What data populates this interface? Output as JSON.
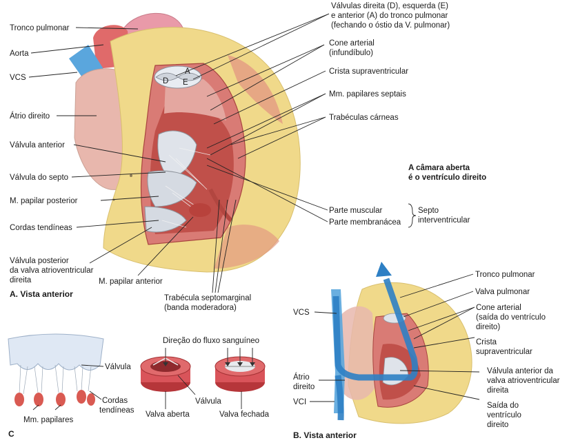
{
  "panel_a": {
    "title": "A. Vista anterior",
    "labels": {
      "tronco_pulmonar": "Tronco pulmonar",
      "aorta": "Aorta",
      "vcs": "VCS",
      "atrio_direito": "Átrio direito",
      "valvula_anterior": "Válvula anterior",
      "valvula_septo": "Válvula do septo",
      "papilar_posterior": "M. papilar posterior",
      "cordas_tendineas": "Cordas tendíneas",
      "valvula_posterior_1": "Válvula posterior",
      "valvula_posterior_2": "da valva atrioventricular",
      "valvula_posterior_3": "direita",
      "papilar_anterior": "M. papilar anterior",
      "trabecula_1": "Trabécula septomarginal",
      "trabecula_2": "(banda moderadora)",
      "valvulas_pulm_1": "Válvulas direita (D), esquerda (E)",
      "valvulas_pulm_2": "e anterior (A) do tronco pulmonar",
      "valvulas_pulm_3": "(fechando o óstio da V. pulmonar)",
      "cone_1": "Cone arterial",
      "cone_2": "(infundíbulo)",
      "crista": "Crista supraventricular",
      "papilares_septais": "Mm. papilares septais",
      "trabeculas_carneas": "Trabéculas cárneas",
      "camara_1": "A câmara aberta",
      "camara_2": "é o ventrículo direito",
      "parte_muscular": "Parte muscular",
      "parte_membranacea": "Parte membranácea",
      "septo_1": "Septo",
      "septo_2": "interventricular",
      "cusp_d": "D",
      "cusp_a": "A",
      "cusp_e": "E"
    }
  },
  "panel_b": {
    "title": "B.  Vista anterior",
    "labels": {
      "tronco_pulmonar": "Tronco pulmonar",
      "valva_pulmonar": "Valva pulmonar",
      "cone_1": "Cone arterial",
      "cone_2": "(saída do ventrículo",
      "cone_3": "direito)",
      "crista_1": "Crista",
      "crista_2": "supraventricular",
      "valvula_ant_1": "Válvula anterior da",
      "valvula_ant_2": "valva atrioventricular",
      "valvula_ant_3": "direita",
      "saida_1": "Saída do",
      "saida_2": "ventrículo",
      "saida_3": "direito",
      "vcs": "VCS",
      "atrio_1": "Átrio",
      "atrio_2": "direito",
      "vci": "VCI"
    }
  },
  "panel_c": {
    "title": "C",
    "labels": {
      "valvula": "Válvula",
      "cordas_1": "Cordas",
      "cordas_2": "tendíneas",
      "papilares": "Mm. papilares",
      "direcao": "Direção do fluxo sanguíneo",
      "valvula_center": "Válvula",
      "valva_aberta": "Valva aberta",
      "valva_fechada": "Valva fechada"
    }
  },
  "colors": {
    "heart_fat": "#f0d98a",
    "myocardium": "#d9807a",
    "chamber": "#c9564f",
    "valve": "#d8dde6",
    "vein_blue": "#4a9bd6",
    "aorta_red": "#e05a5a",
    "flow_arrow": "#2d7fc4"
  }
}
